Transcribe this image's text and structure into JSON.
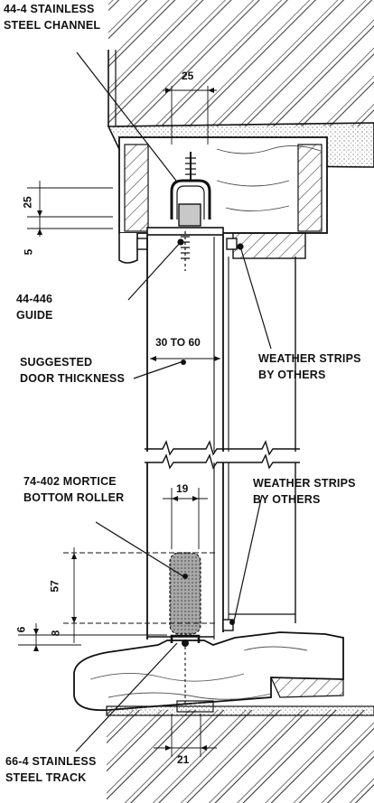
{
  "labels": {
    "steel_channel": [
      "44-4 STAINLESS",
      "STEEL CHANNEL"
    ],
    "guide": [
      "44-446",
      "GUIDE"
    ],
    "weather_strips_top": [
      "WEATHER STRIPS",
      "BY OTHERS"
    ],
    "door_thickness": [
      "SUGGESTED",
      "DOOR THICKNESS"
    ],
    "bottom_roller": [
      "74-402 MORTICE",
      "BOTTOM ROLLER"
    ],
    "weather_strips_bottom": [
      "WEATHER STRIPS",
      "BY OTHERS"
    ],
    "steel_track": [
      "66-4 STAINLESS",
      "STEEL TRACK"
    ]
  },
  "dimensions": {
    "channel_width": "25",
    "channel_height": "25",
    "gap_top": "5",
    "door_range": "30 TO 60",
    "roller_width": "19",
    "roller_height": "57",
    "roller_offset": "8",
    "track_height": "6",
    "track_width": "21"
  },
  "colors": {
    "ink": "#111111",
    "hatch": "#333333",
    "roller_fill": "#9a9a9a",
    "concrete": "#bdbdbd"
  }
}
